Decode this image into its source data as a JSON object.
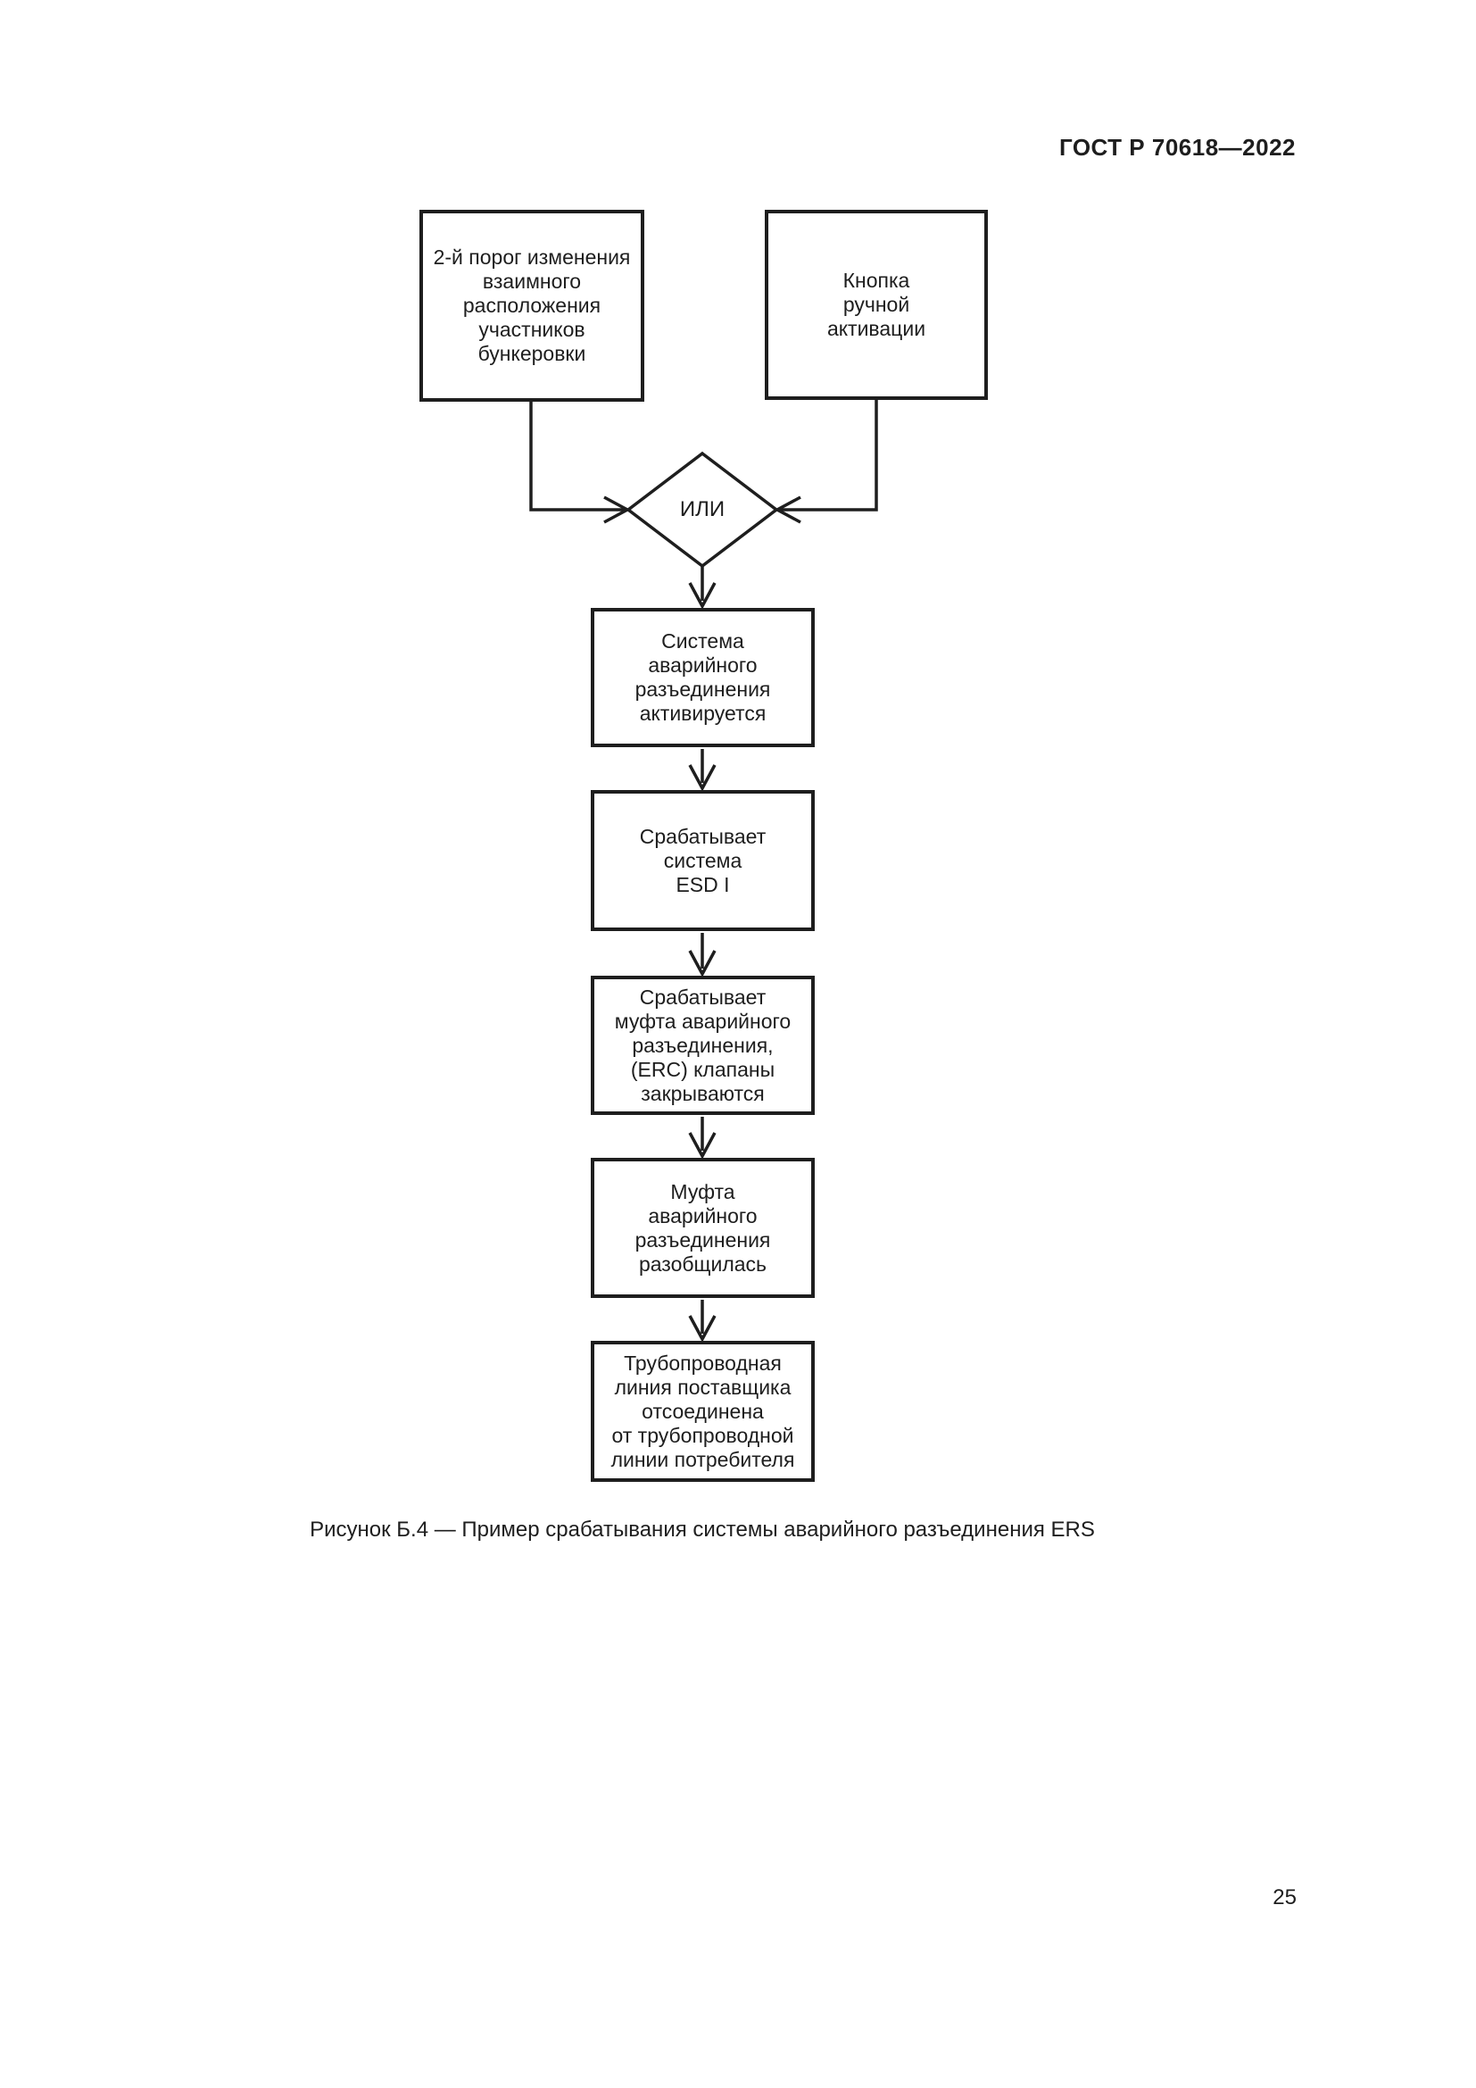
{
  "header": {
    "title": "ГОСТ Р 70618—2022"
  },
  "flowchart": {
    "boxes": [
      "2-й порог изменения\nвзаимного\nрасположения\nучастников\nбункеровки",
      "Кнопка\nручной\nактивации",
      "Система\nаварийного\nразъединения\nактивируется",
      "Срабатывает\nсистема\nESD I",
      "Срабатывает\nмуфта аварийного\nразъединения,\n(ERC) клапаны\nзакрываются",
      "Муфта\nаварийного\nразъединения\nразобщилась",
      "Трубопроводная\nлиния поставщика\nотсоединена\nот трубопроводной\nлинии потребителя"
    ],
    "gate_label": "ИЛИ"
  },
  "caption": "Рисунок Б.4 — Пример срабатывания системы аварийного разъединения ERS",
  "page_number": "25",
  "colors": {
    "ink": "#1e1e1e",
    "paper": "#ffffff"
  }
}
